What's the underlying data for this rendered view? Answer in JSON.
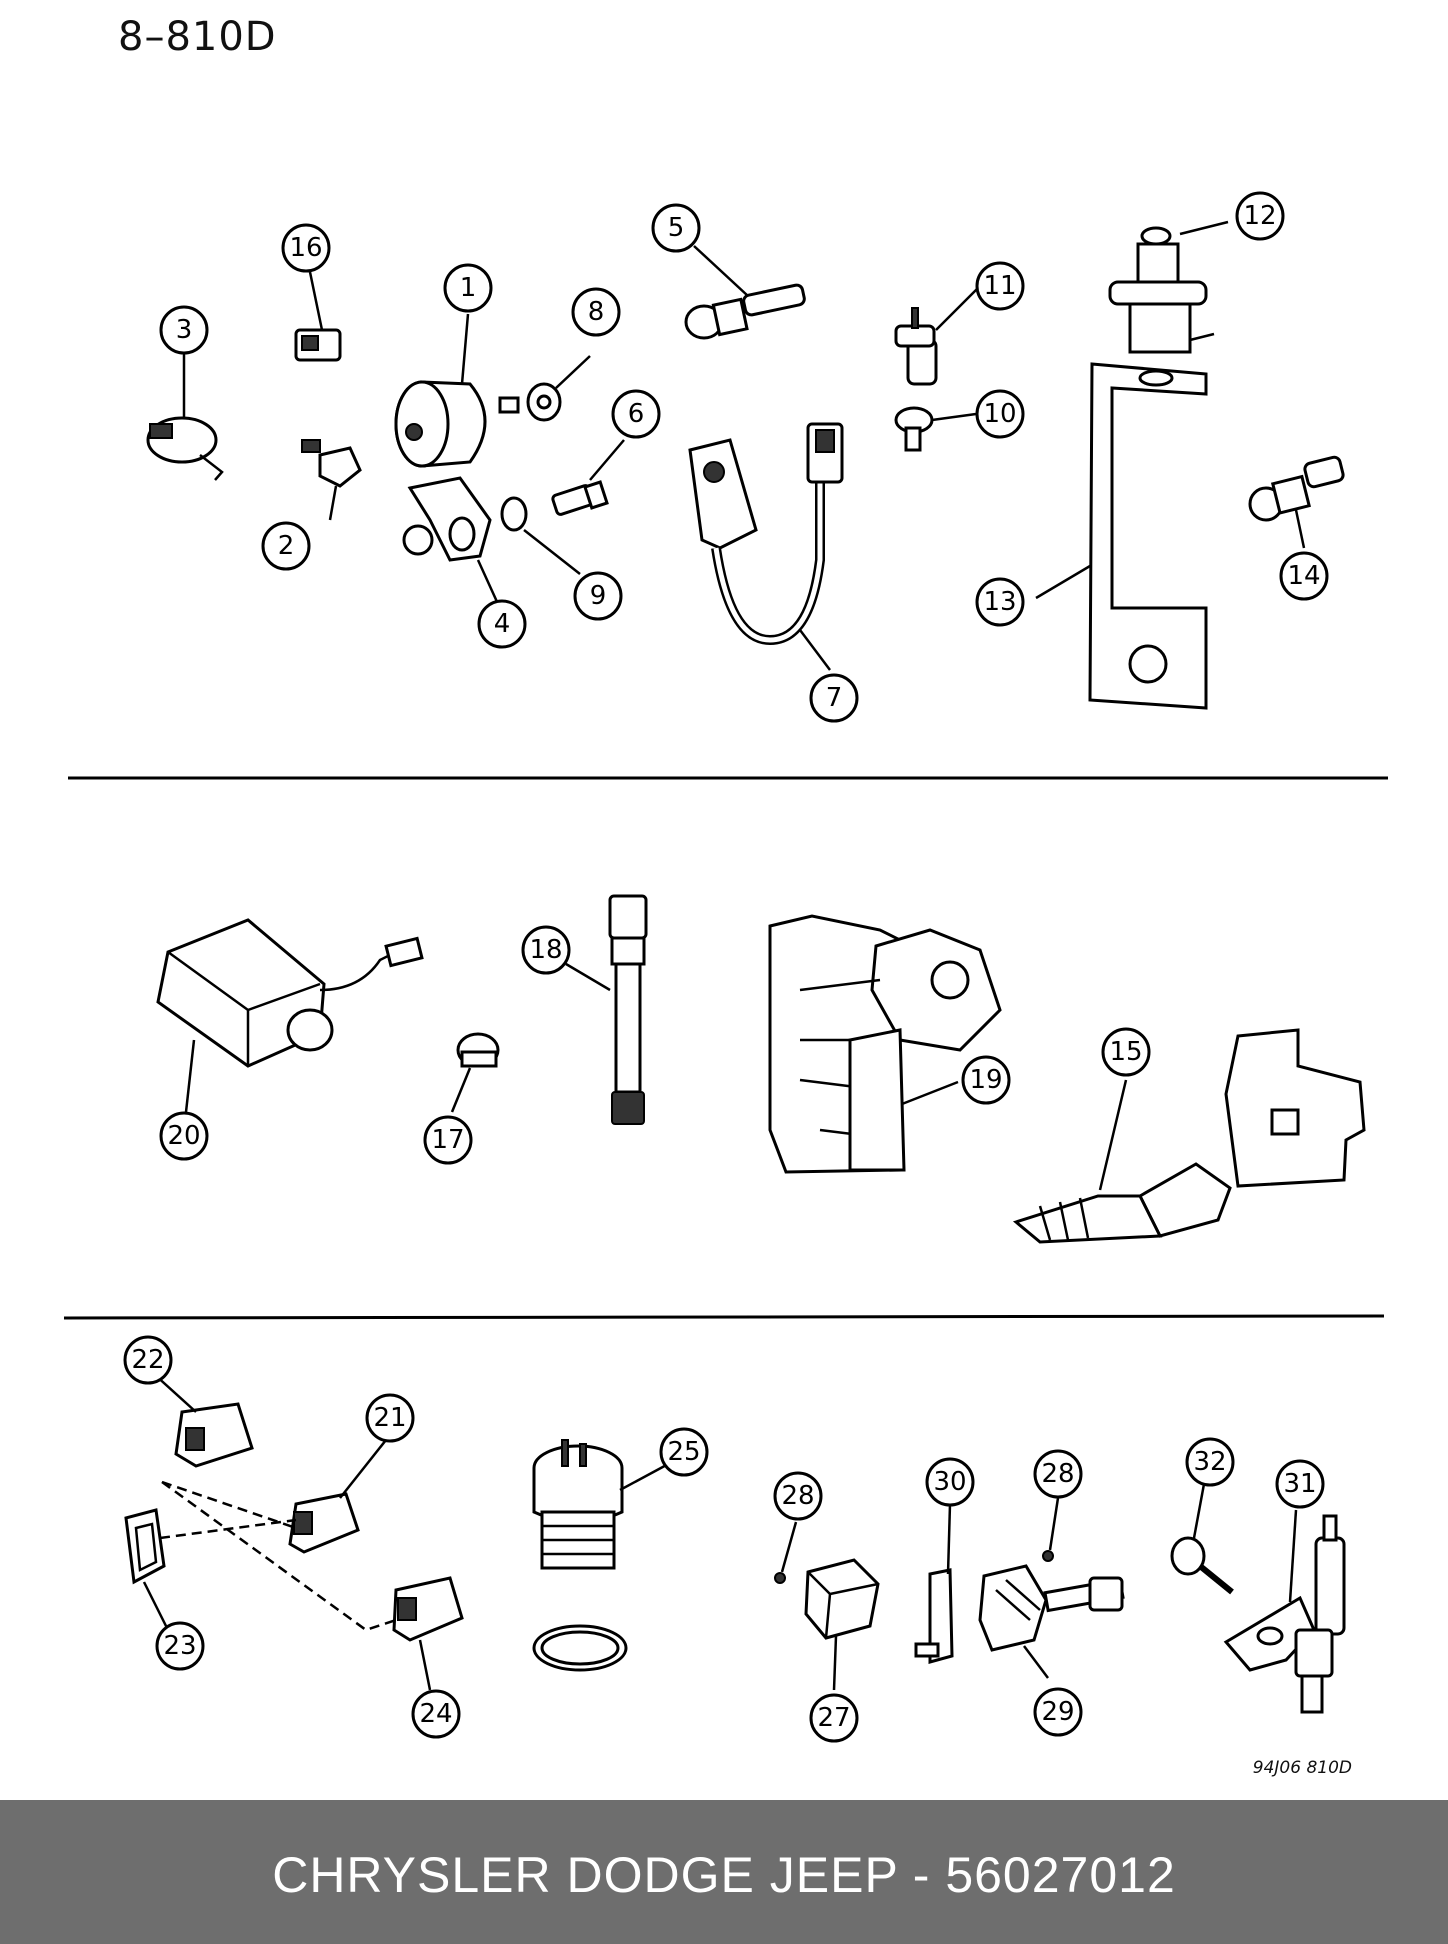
{
  "header": {
    "title": "8–810D"
  },
  "figure": {
    "code": "94J06 810D",
    "callouts": {
      "c1": "1",
      "c2": "2",
      "c3": "3",
      "c4": "4",
      "c5": "5",
      "c6": "6",
      "c7": "7",
      "c8": "8",
      "c9": "9",
      "c10": "10",
      "c11": "11",
      "c12": "12",
      "c13": "13",
      "c14": "14",
      "c15": "15",
      "c16": "16",
      "c17": "17",
      "c18": "18",
      "c19": "19",
      "c20": "20",
      "c21": "21",
      "c22": "22",
      "c23": "23",
      "c24": "24",
      "c25": "25",
      "c27": "27",
      "c28a": "28",
      "c28b": "28",
      "c29": "29",
      "c30": "30",
      "c31": "31",
      "c32": "32"
    }
  },
  "footer": {
    "text": "CHRYSLER DODGE JEEP - 56027012"
  }
}
